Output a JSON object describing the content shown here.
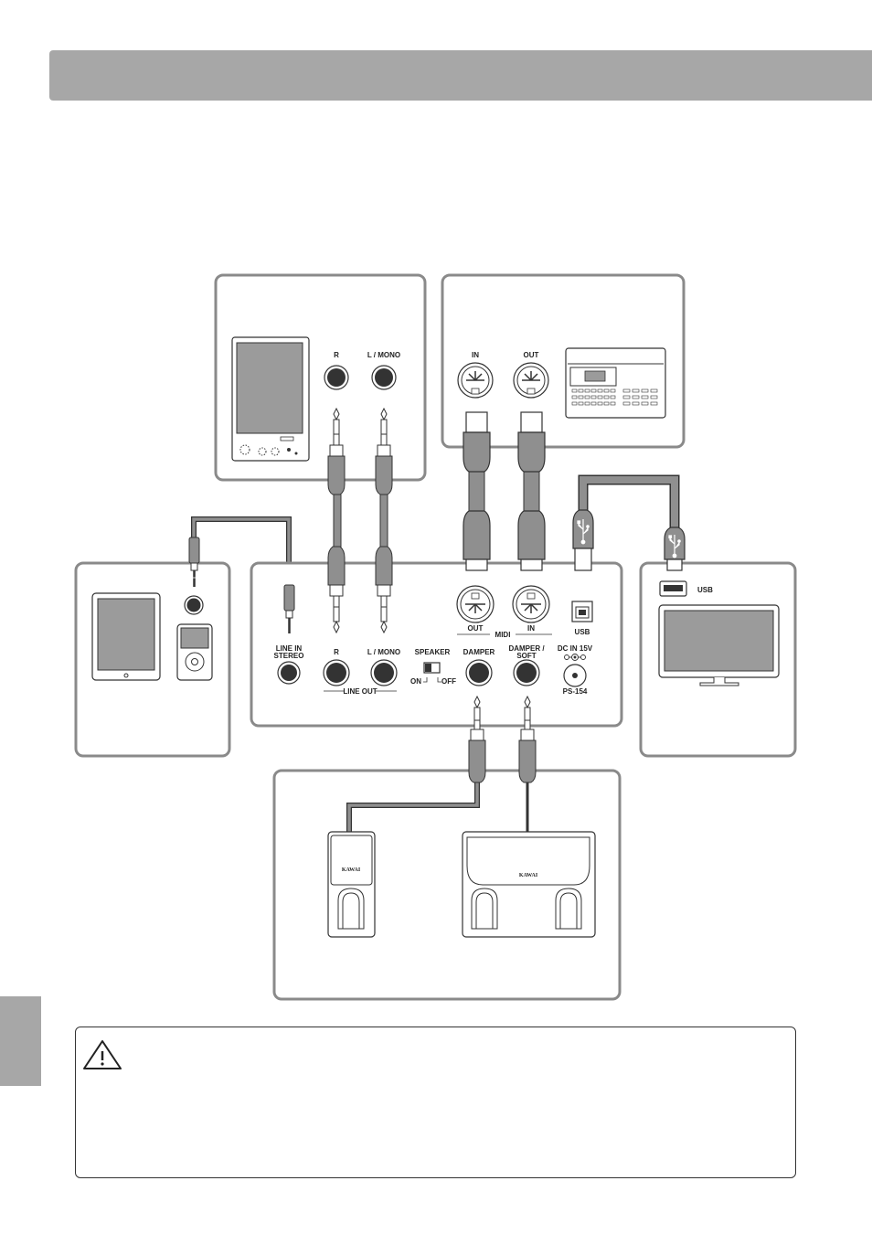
{
  "colors": {
    "panel_border": "#8a8a8a",
    "header_gray": "#a7a7a7",
    "cable_gray": "#8f8f8f",
    "screen_gray": "#9b9b9b"
  },
  "amp_panel": {
    "jack_r": "R",
    "jack_l_mono": "L / MONO"
  },
  "midi_panel": {
    "jack_in": "IN",
    "jack_out": "OUT"
  },
  "usb_panel": {
    "usb_label": "USB"
  },
  "piano_panel": {
    "line_in_line1": "LINE IN",
    "line_in_line2": "STEREO",
    "line_out_r": "R",
    "line_out_l_mono": "L / MONO",
    "line_out_group": "LINE OUT",
    "speaker": "SPEAKER",
    "speaker_on": "ON",
    "speaker_off": "OFF",
    "midi_out": "OUT",
    "midi_group": "MIDI",
    "midi_in": "IN",
    "usb": "USB",
    "damper": "DAMPER",
    "damper_soft_line1": "DAMPER /",
    "damper_soft_line2": "SOFT",
    "dc_in": "DC IN 15V",
    "ps": "PS-154"
  },
  "pedal_panel": {
    "brand_single": "KAWAI",
    "brand_double": "KAWAI"
  },
  "icons": [
    "warning-triangle-icon",
    "usb-trident-icon",
    "speaker-cabinet",
    "tablet",
    "music-player",
    "sequencer",
    "computer-monitor",
    "sustain-pedal",
    "double-pedal-unit"
  ]
}
